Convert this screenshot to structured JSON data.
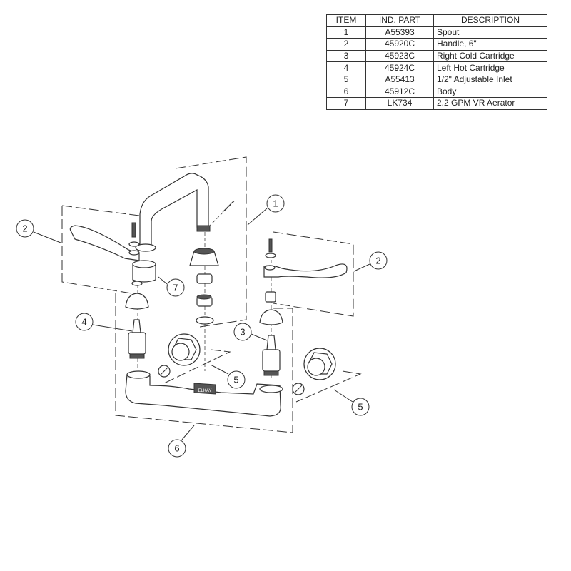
{
  "parts_table": {
    "headers": [
      "ITEM",
      "IND. PART",
      "DESCRIPTION"
    ],
    "rows": [
      {
        "item": "1",
        "part": "A55393",
        "description": "Spout"
      },
      {
        "item": "2",
        "part": "45920C",
        "description": "Handle, 6\""
      },
      {
        "item": "3",
        "part": "45923C",
        "description": "Right Cold Cartridge"
      },
      {
        "item": "4",
        "part": "45924C",
        "description": "Left Hot Cartridge"
      },
      {
        "item": "5",
        "part": "A55413",
        "description": "1/2\" Adjustable Inlet"
      },
      {
        "item": "6",
        "part": "45912C",
        "description": "Body"
      },
      {
        "item": "7",
        "part": "LK734",
        "description": "2.2 GPM VR Aerator"
      }
    ]
  },
  "callouts": {
    "spout": "1",
    "handle_left": "2",
    "handle_right": "2",
    "cold_cartridge": "3",
    "hot_cartridge": "4",
    "inlet_left": "5",
    "inlet_right": "5",
    "body": "6",
    "aerator": "7"
  },
  "body_logo": "ELKAY"
}
